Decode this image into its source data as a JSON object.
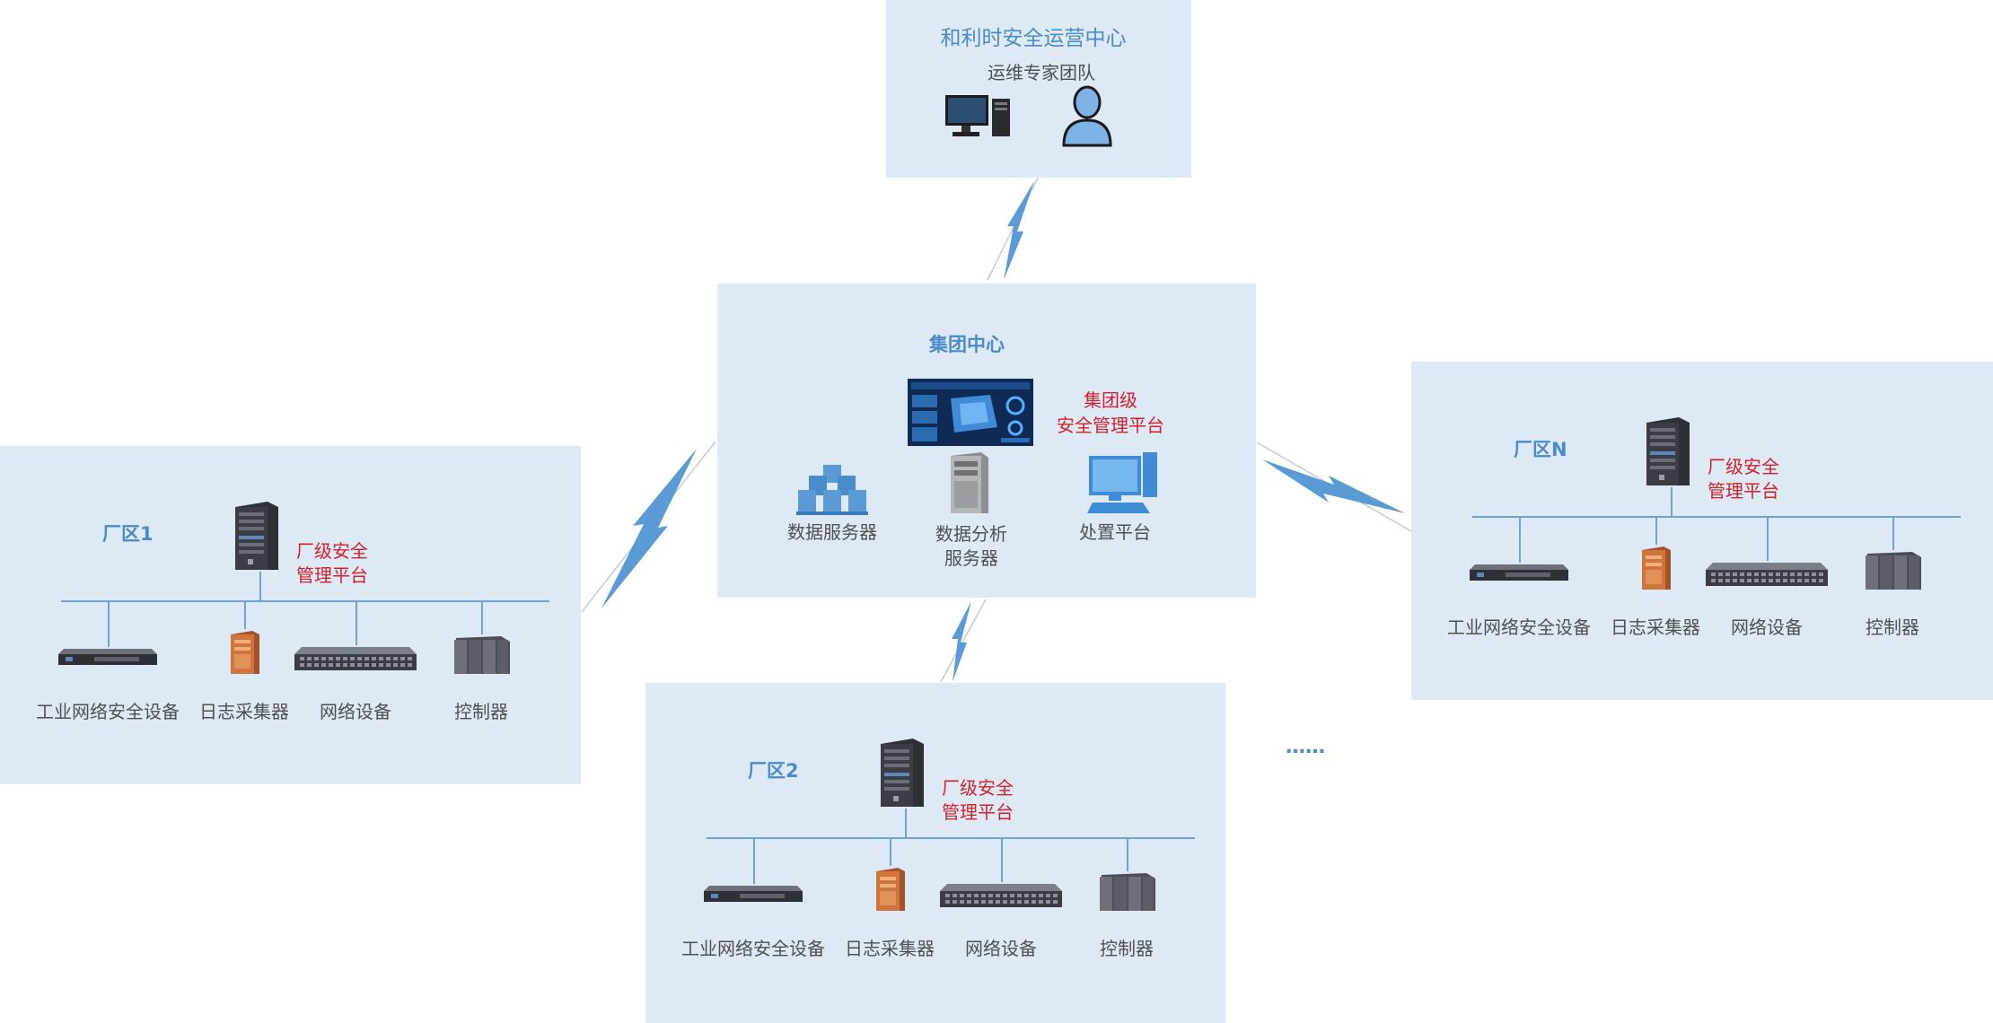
{
  "soc": {
    "title": "和利时安全运营中心",
    "subtitle": "运维专家团队"
  },
  "group": {
    "title": "集团中心",
    "platform_line1": "集团级",
    "platform_line2": "安全管理平台",
    "data_server": "数据服务器",
    "analysis_line1": "数据分析",
    "analysis_line2": "服务器",
    "disposal": "处置平台"
  },
  "plants": [
    {
      "name": "厂区1",
      "platform_line1": "厂级安全",
      "platform_line2": "管理平台",
      "devices": [
        "工业网络安全设备",
        "日志采集器",
        "网络设备",
        "控制器"
      ]
    },
    {
      "name": "厂区2",
      "platform_line1": "厂级安全",
      "platform_line2": "管理平台",
      "devices": [
        "工业网络安全设备",
        "日志采集器",
        "网络设备",
        "控制器"
      ]
    },
    {
      "name": "厂区N",
      "platform_line1": "厂级安全",
      "platform_line2": "管理平台",
      "devices": [
        "工业网络安全设备",
        "日志采集器",
        "网络设备",
        "控制器"
      ]
    }
  ],
  "ellipsis": "……",
  "colors": {
    "panel": "#dde9f5",
    "title_blue": "#4a8bc9",
    "label_red": "#d6202a",
    "label_gray": "#505050",
    "bus_line": "#6fa3d4"
  }
}
